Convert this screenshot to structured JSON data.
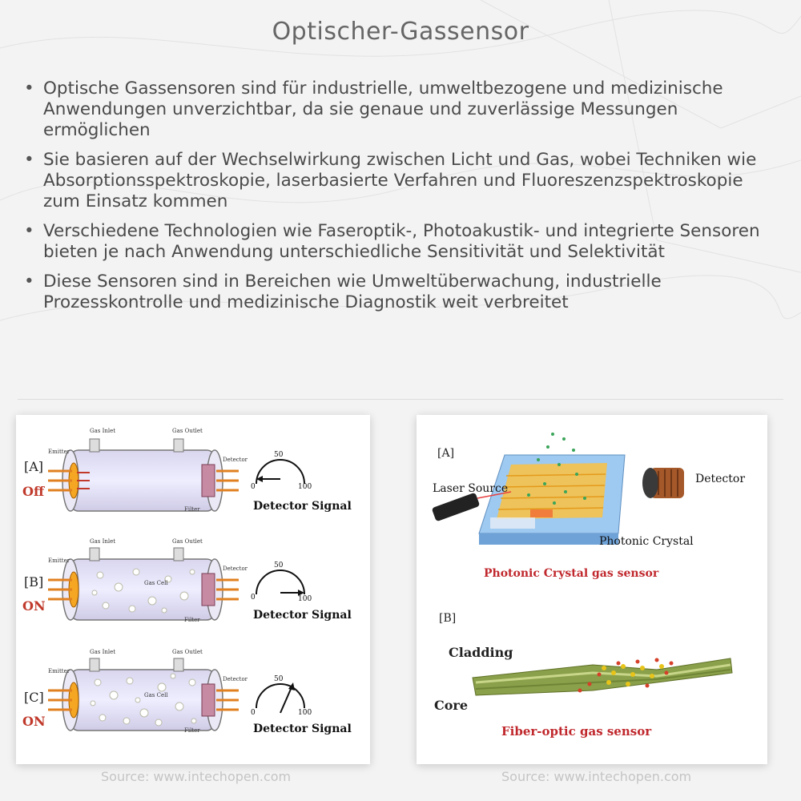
{
  "title": "Optischer-Gassensor",
  "bullets": [
    "Optische Gassensoren sind für industrielle, umweltbezogene und medizinische Anwendungen unverzichtbar, da sie genaue und zuverlässige Messungen ermöglichen",
    "Sie basieren auf der Wechselwirkung zwischen Licht und Gas, wobei Techniken wie Absorptionsspektroskopie, laserbasierte Verfahren und Fluoreszenzspektroskopie zum Einsatz kommen",
    "Verschiedene Technologien wie Faseroptik-, Photoakustik- und integrierte Sensoren bieten je nach Anwendung unterschiedliche Sensitivität und Selektivität",
    "Diese Sensoren sind in Bereichen wie Umweltüberwachung, industrielle Prozesskontrolle und medizinische Diagnostik weit verbreitet"
  ],
  "left_figure": {
    "panels": [
      {
        "tag": "[A]",
        "state": "Off"
      },
      {
        "tag": "[B]",
        "state": "ON"
      },
      {
        "tag": "[C]",
        "state": "ON"
      }
    ],
    "labels": {
      "gas_inlet": "Gas Inlet",
      "gas_outlet": "Gas Outlet",
      "emitter": "Emitter",
      "detector": "Detector",
      "filter": "Filter",
      "gas_cell": "Gas Cell",
      "detector_signal": "Detector Signal",
      "dial_min": "0",
      "dial_mid": "50",
      "dial_max": "100"
    },
    "source": "Source: www.intechopen.com"
  },
  "right_figure": {
    "tag_a": "[A]",
    "tag_b": "[B]",
    "laser_source": "Laser Source",
    "detector": "Detector",
    "photonic_crystal": "Photonic Crystal",
    "caption_a": "Photonic Crystal gas sensor",
    "cladding": "Cladding",
    "core": "Core",
    "caption_b": "Fiber-optic gas sensor",
    "source": "Source: www.intechopen.com"
  },
  "colors": {
    "state_red": "#c0392b",
    "caption_red": "#c0282d",
    "bg": "#f3f3f3"
  }
}
